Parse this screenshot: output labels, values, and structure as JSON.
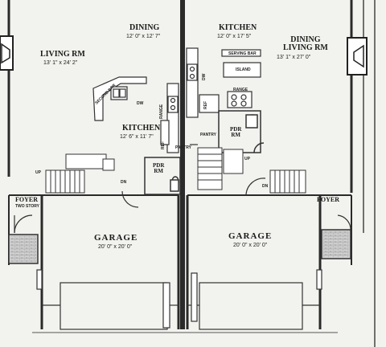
{
  "rooms": {
    "living_left": {
      "name": "LIVING RM",
      "dim": "13' 1\" x 24' 2\""
    },
    "dining_left": {
      "name": "DINING",
      "dim": "12' 0\" x 12' 7\""
    },
    "kitchen_left": {
      "name": "KITCHEN",
      "dim": "12' 6\" x 11' 7\""
    },
    "pdr_left": {
      "name": "PDR\nRM"
    },
    "foyer_left": {
      "name": "FOYER",
      "note": "TWO STORY"
    },
    "garage_left": {
      "name": "GARAGE",
      "dim": "20' 0\" x 20' 0\""
    },
    "kitchen_right": {
      "name": "KITCHEN",
      "dim": "12' 0\" x 17' 5\""
    },
    "dining_living_right": {
      "name": "DINING\nLIVING RM",
      "dim": "13' 1\" x 27' 0\""
    },
    "pdr_right": {
      "name": "PDR\nRM"
    },
    "foyer_right": {
      "name": "FOYER"
    },
    "garage_right": {
      "name": "GARAGE",
      "dim": "20' 0\" x 20' 0\""
    }
  },
  "fixtures": {
    "serving_bar": "SERVING BAR",
    "island": "ISLAND",
    "range_right": "RANGE",
    "pantry_right": "PANTRY",
    "ref_right": "REF",
    "dw_right": "DW",
    "up_right": "UP",
    "range_left": "RANGE",
    "ref_left": "REF",
    "pantry_left": "PANTRY",
    "dw_left": "DW",
    "dn_left": "DN",
    "dn_right": "DN",
    "up_left": "UP",
    "eating_bar": "SECOND BAR"
  }
}
